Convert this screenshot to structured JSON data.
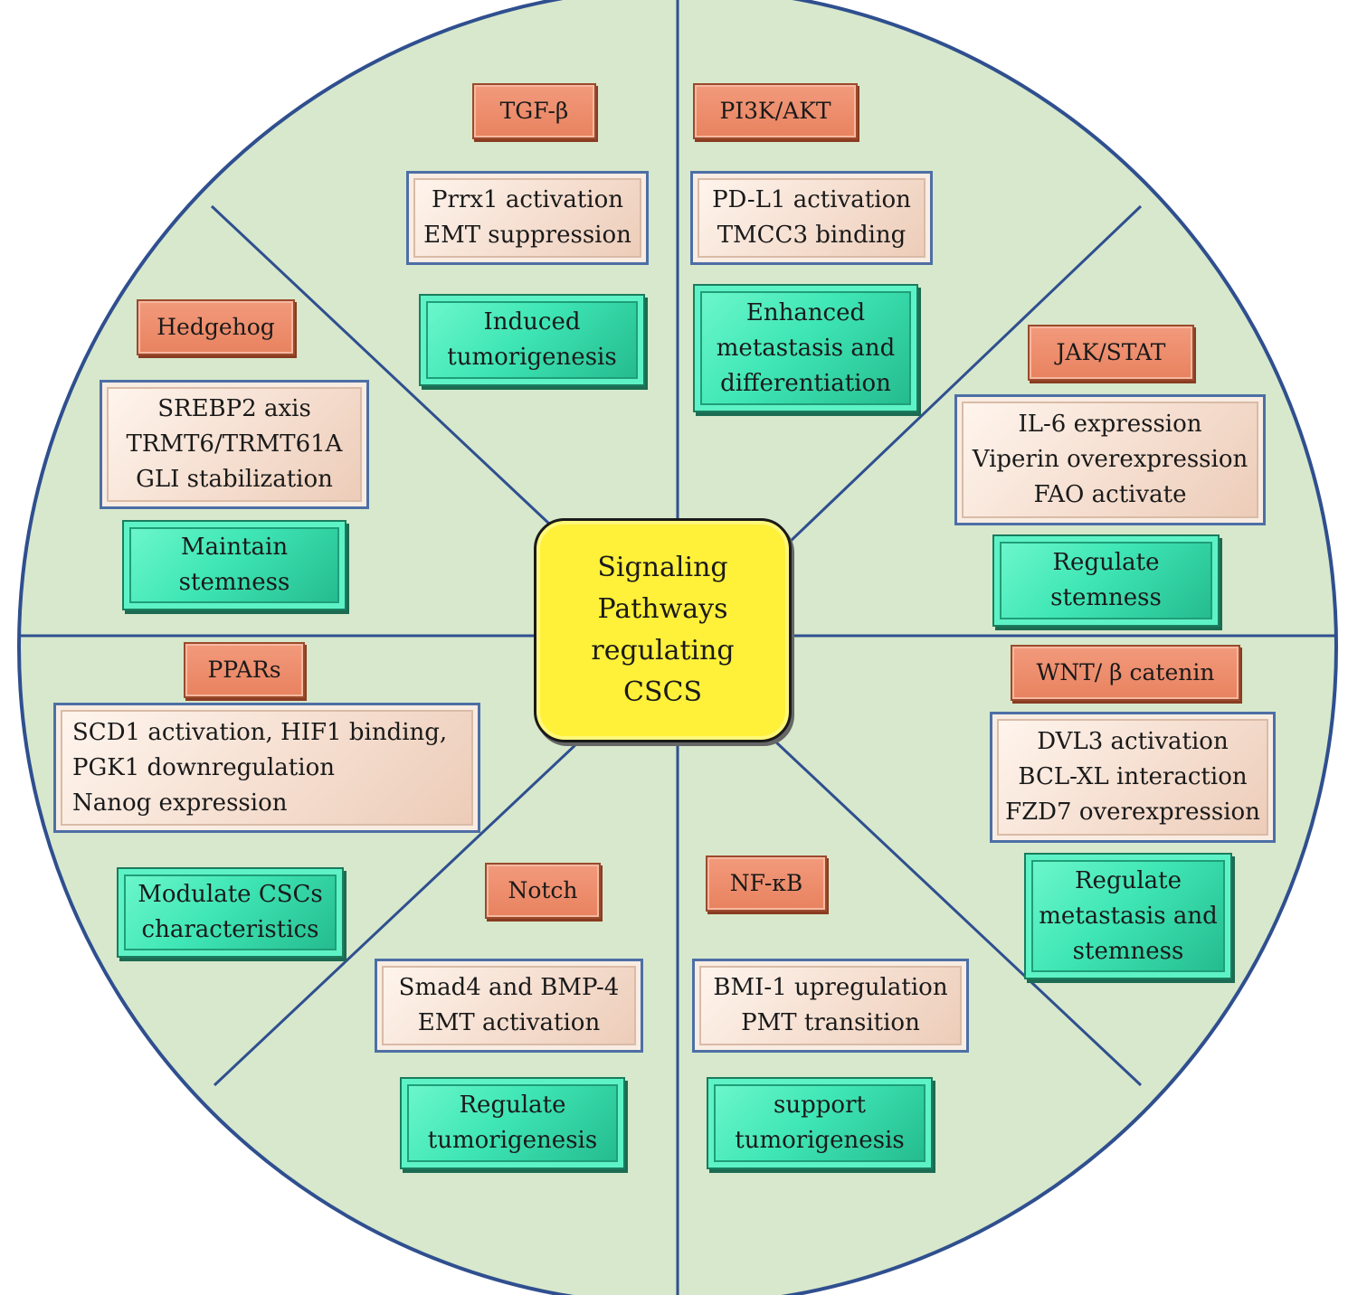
{
  "center": {
    "lines": [
      "Signaling",
      "Pathways",
      "regulating",
      "CSCS"
    ]
  },
  "colors": {
    "wheel_fill": "#d7e8cc",
    "wheel_border": "#2f4f8f",
    "pathway_box": "#ee8d6b",
    "mechanism_box": "#f6e2d4",
    "effect_box": "#3ee8b4",
    "center_box": "#fff03a"
  },
  "sectors": [
    {
      "id": "tgf-beta",
      "pathway": "TGF-β",
      "mechanisms": [
        "Prrx1 activation",
        "EMT suppression"
      ],
      "effect": [
        "Induced",
        "tumorigenesis"
      ]
    },
    {
      "id": "pi3k-akt",
      "pathway": "PI3K/AKT",
      "mechanisms": [
        "PD-L1 activation",
        "TMCC3 binding"
      ],
      "effect": [
        "Enhanced",
        "metastasis and",
        "differentiation"
      ]
    },
    {
      "id": "jak-stat",
      "pathway": "JAK/STAT",
      "mechanisms": [
        "IL-6 expression",
        "Viperin overexpression",
        "FAO activate"
      ],
      "effect": [
        "Regulate",
        "stemness"
      ]
    },
    {
      "id": "wnt",
      "pathway": "WNT/ β catenin",
      "mechanisms": [
        "DVL3 activation",
        "BCL-XL interaction",
        "FZD7 overexpression"
      ],
      "effect": [
        "Regulate",
        "metastasis and",
        "stemness"
      ]
    },
    {
      "id": "nf-kb",
      "pathway": "NF-κB",
      "mechanisms": [
        "BMI-1 upregulation",
        "PMT transition"
      ],
      "effect": [
        "support",
        "tumorigenesis"
      ]
    },
    {
      "id": "notch",
      "pathway": "Notch",
      "mechanisms": [
        "Smad4 and BMP-4",
        "EMT activation"
      ],
      "effect": [
        "Regulate",
        "tumorigenesis"
      ]
    },
    {
      "id": "ppars",
      "pathway": "PPARs",
      "mechanisms": [
        "SCD1 activation, HIF1 binding,",
        "PGK1 downregulation",
        "Nanog expression"
      ],
      "effect": [
        "Modulate CSCs",
        "characteristics"
      ]
    },
    {
      "id": "hedgehog",
      "pathway": "Hedgehog",
      "mechanisms": [
        "SREBP2 axis",
        "TRMT6/TRMT61A",
        "GLI stabilization"
      ],
      "effect": [
        "Maintain",
        "stemness"
      ]
    }
  ]
}
